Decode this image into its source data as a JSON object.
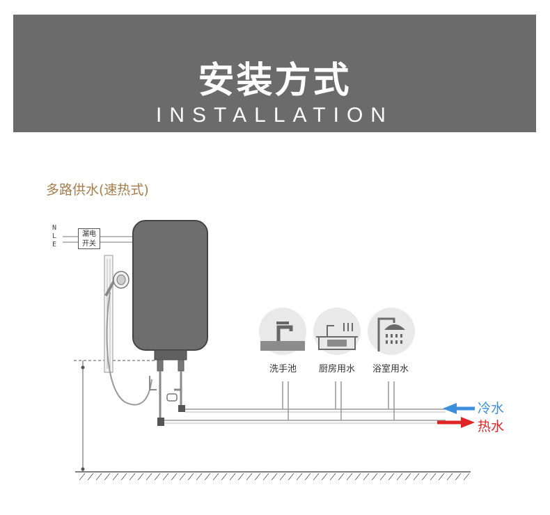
{
  "banner": {
    "title": "安装方式",
    "subtitle": "INSTALLATION"
  },
  "section": {
    "title": "多路供水(速热式)"
  },
  "power": {
    "lines": [
      "N",
      "L",
      "E"
    ],
    "switch_label": [
      "漏电",
      "开关"
    ]
  },
  "outlets": [
    {
      "label": "洗手池",
      "icon": "faucet-icon"
    },
    {
      "label": "厨房用水",
      "icon": "kitchen-sink-icon"
    },
    {
      "label": "浴室用水",
      "icon": "shower-icon"
    }
  ],
  "pipes": {
    "cold_label": "冷水",
    "hot_label": "热水"
  },
  "colors": {
    "banner_bg": "#6b6b6b",
    "section_title": "#a57c4a",
    "heater_body": "#6e6e6e",
    "cold": "#3d8fdc",
    "hot": "#e02525"
  }
}
